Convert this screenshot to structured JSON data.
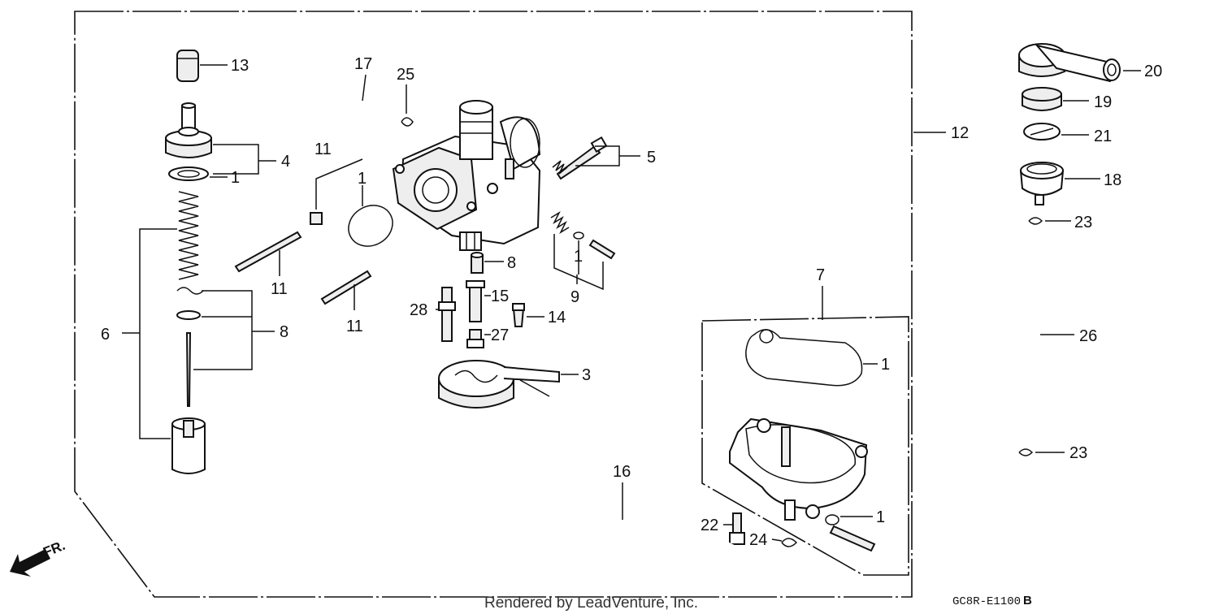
{
  "labels": {
    "p1a": "1",
    "p1b": "1",
    "p1c": "1",
    "p1d": "1",
    "p1e": "1",
    "p3": "3",
    "p4": "4",
    "p5": "5",
    "p6": "6",
    "p7": "7",
    "p8a": "8",
    "p8b": "8",
    "p9": "9",
    "p11a": "11",
    "p11b": "11",
    "p11c": "11",
    "p12": "12",
    "p13": "13",
    "p14": "14",
    "p15": "15",
    "p16": "16",
    "p17": "17",
    "p18": "18",
    "p19": "19",
    "p20": "20",
    "p21": "21",
    "p22": "22",
    "p23a": "23",
    "p23b": "23",
    "p24": "24",
    "p25": "25",
    "p26": "26",
    "p27": "27",
    "p28": "28"
  },
  "footer": "Rendered by LeadVenture, Inc.",
  "diagram_code": "GC8R-E1100",
  "diagram_code_suffix": "B",
  "direction_label": "FR."
}
